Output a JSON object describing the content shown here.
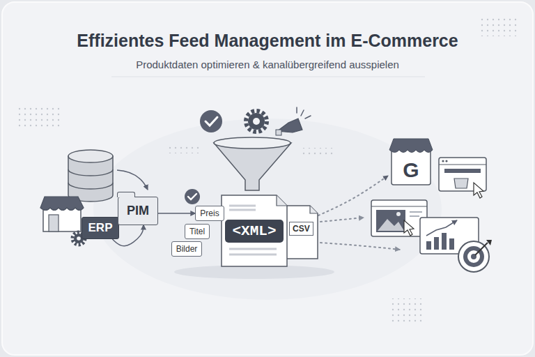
{
  "diagram": {
    "title": "Effizientes Feed Management im E-Commerce",
    "caption": "Produktdaten optimieren & kanalübergreifend ausspielen",
    "nodes": [
      {
        "text": [
          "ERP"
        ]
      },
      {
        "text": [
          "PIM"
        ]
      },
      {
        "text": [
          "Preis"
        ]
      },
      {
        "text": [
          "Titel"
        ]
      },
      {
        "text": [
          "Bilder"
        ]
      },
      {
        "text": [
          "<XML>"
        ]
      },
      {
        "text": [
          "CSV"
        ]
      },
      {
        "text": [
          "G"
        ]
      }
    ],
    "edges": [
      {
        "from": 0,
        "to": 1,
        "arrow": "to"
      },
      {
        "from": 1,
        "to": 2,
        "arrow": "to"
      },
      {
        "from": 6,
        "to": 7,
        "arrow": "to"
      }
    ]
  }
}
